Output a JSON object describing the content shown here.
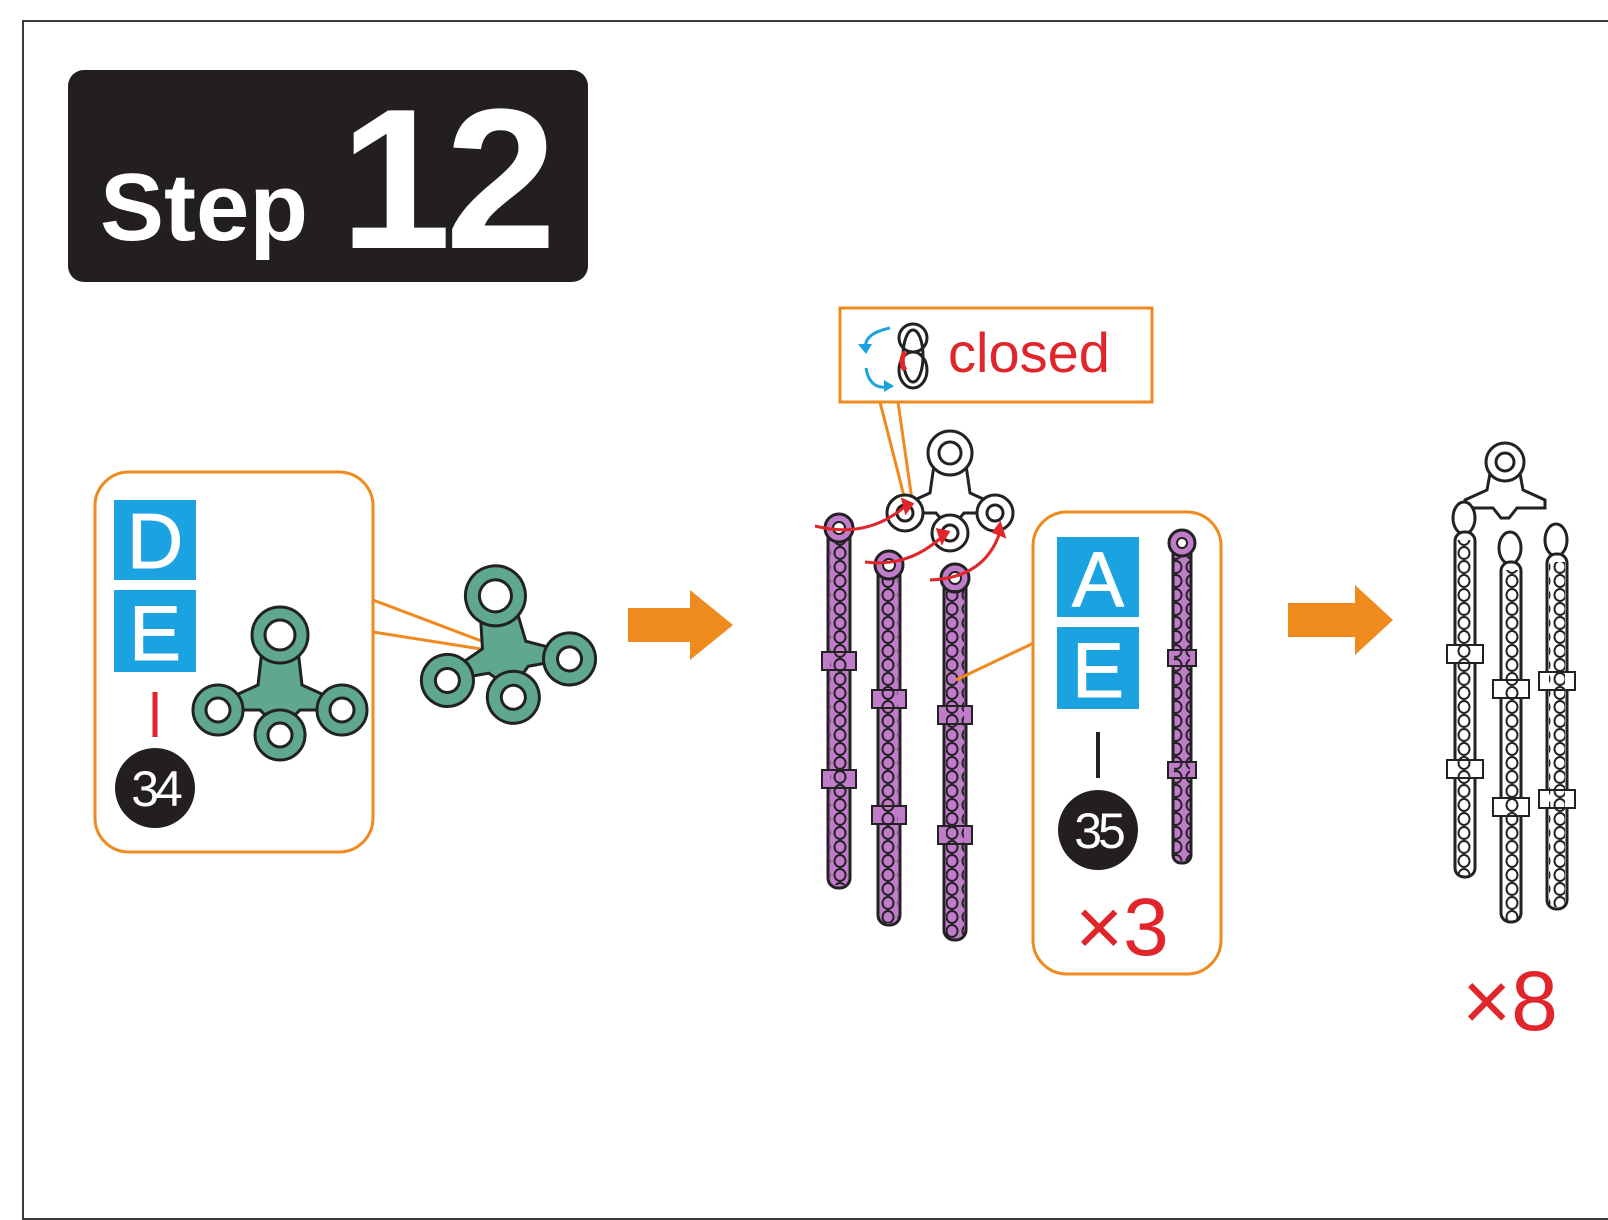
{
  "header": {
    "step_word": "Step",
    "step_number": "12"
  },
  "panel_left": {
    "labels": [
      "D",
      "E"
    ],
    "part_number": "34"
  },
  "panel_right": {
    "labels": [
      "A",
      "E"
    ],
    "part_number": "35",
    "quantity": "×3"
  },
  "callout": {
    "label": "closed"
  },
  "result": {
    "quantity": "×8"
  },
  "colors": {
    "accent_orange": "#ef8a1e",
    "label_blue": "#1aa3e0",
    "badge_black": "#231f20",
    "quantity_red": "#e0252b",
    "teal_part": "#5fa88f",
    "purple_chain": "#c07cc9"
  },
  "icons": [
    "arrow-right-icon",
    "tri-connector-icon",
    "chain-icon",
    "jump-ring-icon",
    "rotate-arrows-icon"
  ]
}
